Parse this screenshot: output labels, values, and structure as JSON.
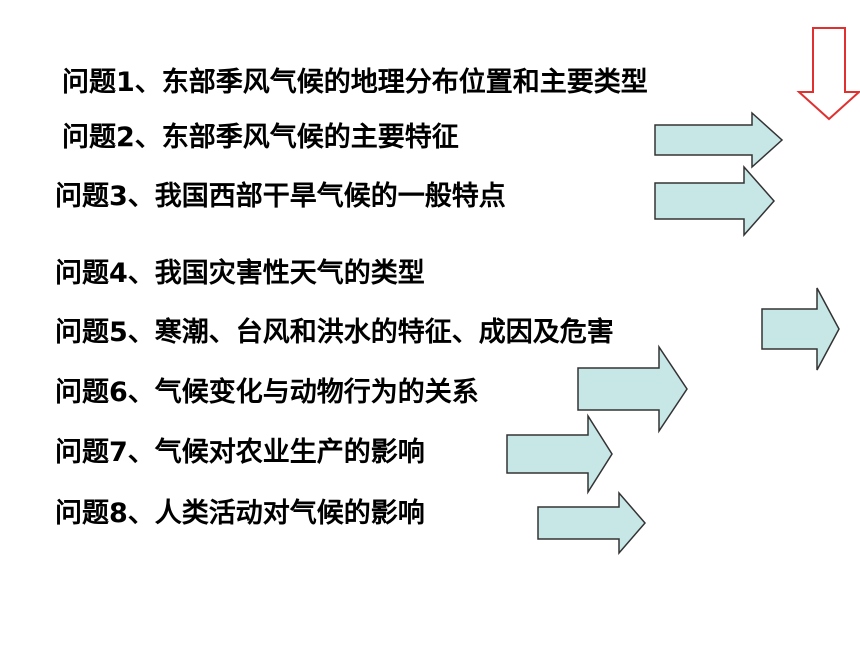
{
  "questions": [
    {
      "label": "问题1、东部季风气候的地理分布位置和主要类型"
    },
    {
      "label": "问题2、东部季风气候的主要特征"
    },
    {
      "label": "问题3、我国西部干旱气候的一般特点"
    },
    {
      "label": "问题4、我国灾害性天气的类型"
    },
    {
      "label": "问题5、寒潮、台风和洪水的特征、成因及危害"
    },
    {
      "label": "问题6、气候变化与动物行为的关系"
    },
    {
      "label": "问题7、气候对农业生产的影响"
    },
    {
      "label": "问题8、人类活动对气候的影响"
    }
  ],
  "colors": {
    "arrow_fill": "#c7e6e6",
    "arrow_stroke": "#333333",
    "down_arrow_stroke": "#e03030",
    "down_arrow_fill": "#ffffff"
  },
  "icons": {
    "down_arrow": "down-arrow-icon",
    "right_arrow": "right-arrow-icon"
  }
}
